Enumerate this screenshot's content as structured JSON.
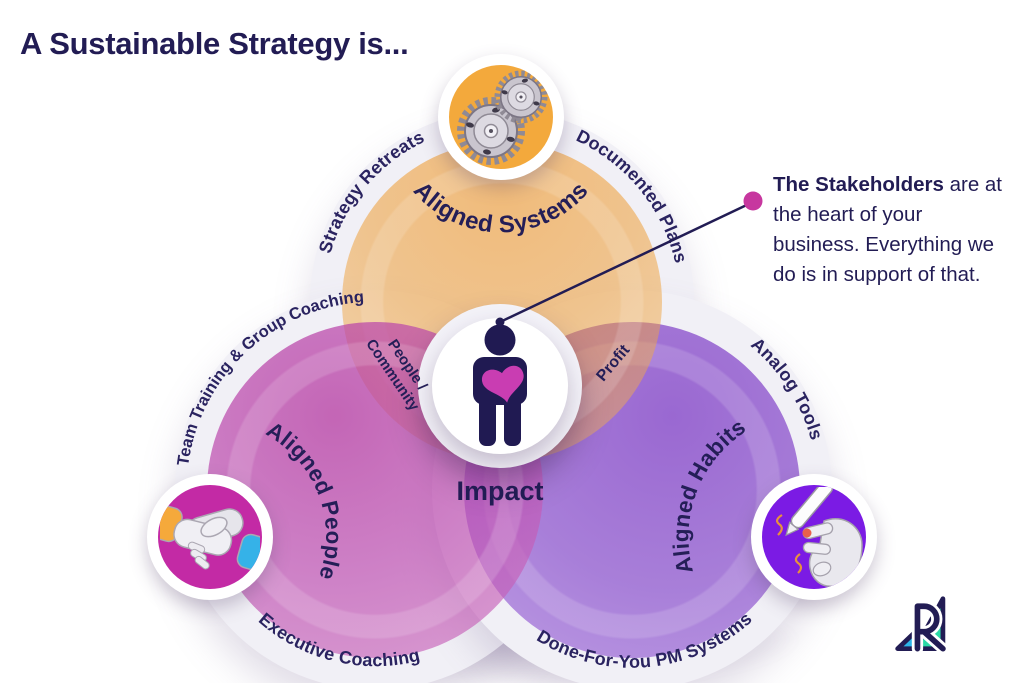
{
  "title": "A Sustainable Strategy is...",
  "callout": {
    "lead": "The Stakeholders",
    "rest": " are at the heart of your business. Everything we do is in support of that."
  },
  "center": {
    "label": "Impact"
  },
  "overlaps": {
    "people_systems": [
      "People /",
      "Community"
    ],
    "systems_habits": "Profit"
  },
  "rings": {
    "systems": {
      "title": "Aligned Systems",
      "icon": "gears-icon",
      "outer_left": "Strategy Retreats",
      "outer_right": "Documented Plans",
      "icon_bg": "#F3A93C"
    },
    "people": {
      "title": "Aligned People",
      "icon": "handshake-icon",
      "outer_top": "Team Training & Group Coaching",
      "outer_bottom": "Executive Coaching",
      "icon_bg": "#C32AA5"
    },
    "habits": {
      "title": "Aligned Habits",
      "icon": "hand-pen-icon",
      "outer_top": "Analog Tools",
      "outer_bottom": "Done-For-You PM Systems",
      "icon_bg": "#7B1BE4"
    }
  },
  "colors": {
    "text_navy": "#221C54",
    "systems_fill": "#ED9727",
    "people_fill": "#BD4CB0",
    "habits_fill": "#9059CF",
    "heart": "#C93DB2",
    "connector_dot": "#C7379F",
    "logo_teal": "#2BD9A6",
    "logo_blue": "#2CB5E9"
  }
}
